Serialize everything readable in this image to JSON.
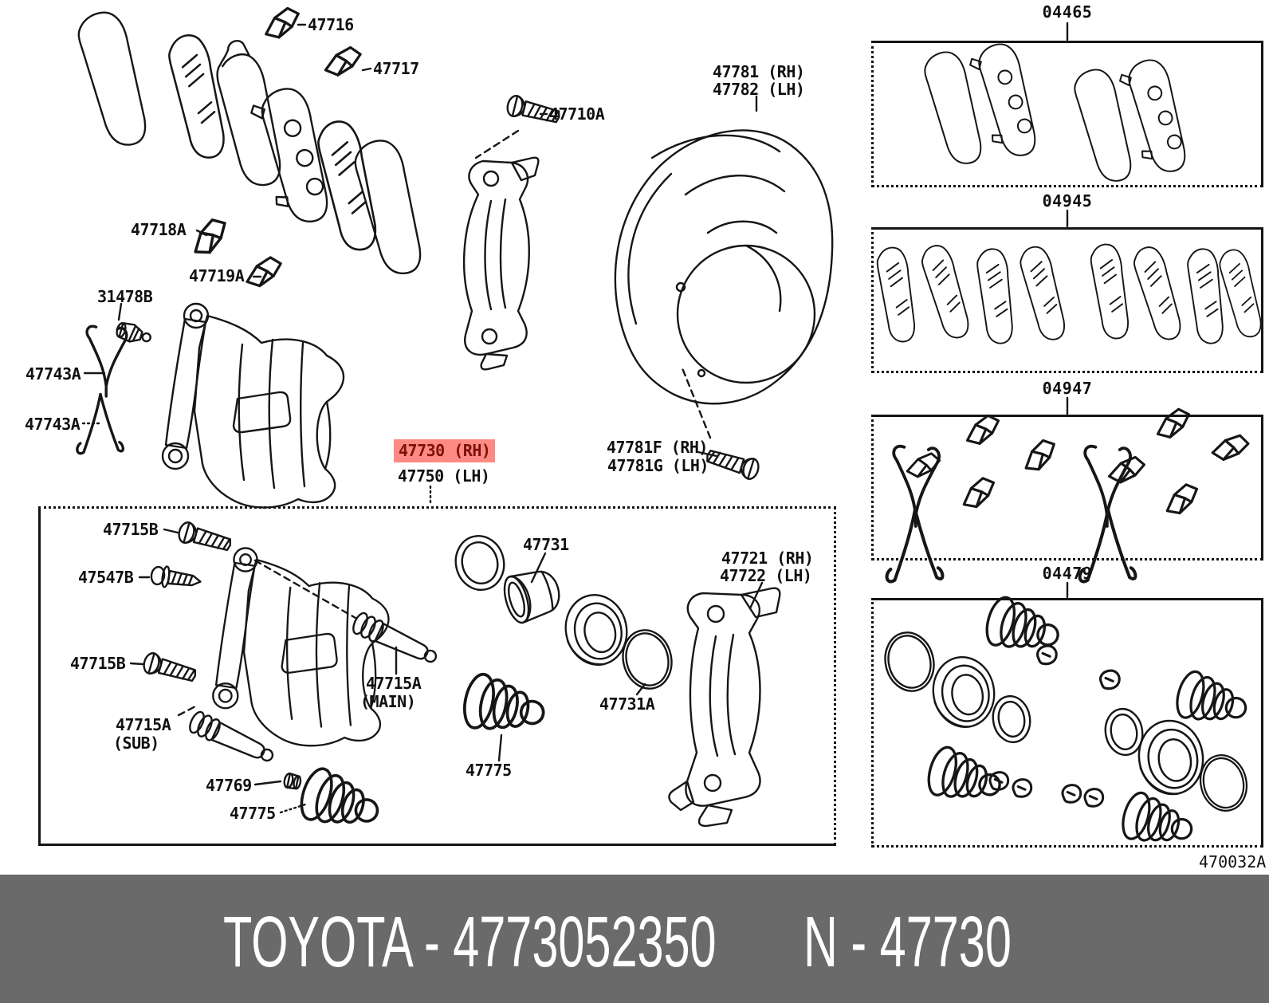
{
  "banner": {
    "brand_part_text": "TOYOTA - 4773052350",
    "number_text": "N - 47730",
    "background": "#6a6a6a",
    "text_color": "#ffffff"
  },
  "diagram_ref": "470032A",
  "highlighted_part": {
    "code": "47730 (RH)",
    "highlight_color": "#fe8a84",
    "text_color": "#7c100a"
  },
  "labels": {
    "clip_47716": "47716",
    "clip_47717": "47717",
    "support_47718a": "47718A",
    "support_47719a": "47719A",
    "bleeder_31478b": "31478B",
    "spring_47743a_upper": "47743A",
    "spring_47743a_lower": "47743A",
    "bolt_47710a": "47710A",
    "cover_47781_rh": "47781 (RH)",
    "cover_47782_lh": "47782 (LH)",
    "bolt_47781f_rh": "47781F (RH)",
    "bolt_47781g_lh": "47781G (LH)",
    "cylinder_47750_lh": "47750 (LH)",
    "bolt_47715b_top": "47715B",
    "bolt_47547b": "47547B",
    "bolt_47715b_left": "47715B",
    "pin_47715a_sub": "47715A",
    "pin_47715a_sub_note": "(SUB)",
    "pin_47715a_main": "47715A",
    "pin_47715a_main_note": "(MAIN)",
    "nut_47769": "47769",
    "boot_47775_left": "47775",
    "boot_47775_mid": "47775",
    "piston_47731": "47731",
    "ring_47731a": "47731A",
    "mounting_47721_rh": "47721 (RH)",
    "mounting_47722_lh": "47722 (LH)"
  },
  "kits": {
    "pad_kit_code": "04465",
    "shim_kit_code": "04945",
    "fitting_kit_code": "04947",
    "cylinder_kit_code": "04479"
  }
}
